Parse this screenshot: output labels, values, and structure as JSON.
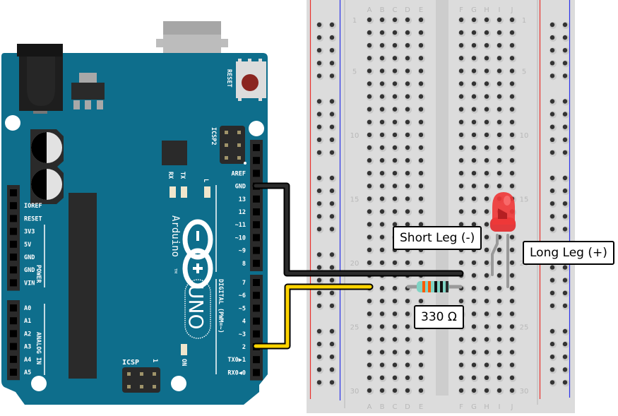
{
  "diagram": {
    "title": "Arduino UNO LED circuit on breadboard",
    "arduino": {
      "brand": "Arduino",
      "trademark": "TM",
      "model": "UNO",
      "labels": {
        "reset": "RESET",
        "icsp2": "ICSP2",
        "icsp": "ICSP",
        "icsp_pin1": "1",
        "rx": "RX",
        "tx": "TX",
        "l": "L",
        "on": "ON",
        "power": "POWER",
        "analog_in": "ANALOG IN",
        "digital": "DIGITAL (PWM=~)"
      },
      "power_header": [
        "",
        "IOREF",
        "RESET",
        "3V3",
        "5V",
        "GND",
        "GND",
        "VIN"
      ],
      "analog_header": [
        "A0",
        "A1",
        "A2",
        "A3",
        "A4",
        "A5"
      ],
      "digital_header_top": [
        "",
        "",
        "AREF",
        "GND",
        "13",
        "12",
        "~11",
        "~10",
        "~9",
        "8"
      ],
      "digital_header_bottom": [
        "7",
        "~6",
        "~5",
        "4",
        "~3",
        "2",
        "TX0▶1",
        "RX0◀0"
      ]
    },
    "breadboard": {
      "columns_left": [
        "A",
        "B",
        "C",
        "D",
        "E"
      ],
      "columns_right": [
        "F",
        "G",
        "H",
        "I",
        "J"
      ],
      "row_numbers": [
        "1",
        "5",
        "10",
        "15",
        "20",
        "25",
        "30"
      ],
      "rows": 30,
      "rail_colors": {
        "positive": "#e8302a",
        "negative": "#2a33e8"
      }
    },
    "wires": [
      {
        "name": "ground-wire",
        "from": "GND",
        "to": "Row 21",
        "color": "#2b2b2b"
      },
      {
        "name": "signal-wire",
        "from": "Pin 2",
        "to": "Row 22",
        "color": "#ffd400"
      }
    ],
    "components": {
      "resistor": {
        "value": "330 Ω",
        "bands": [
          "#ff5a00",
          "#ff5a00",
          "#111111",
          "#111111",
          "#2b2b2b"
        ]
      },
      "led": {
        "color": "#e8242a"
      }
    },
    "callouts": {
      "short_leg": "Short Leg (-)",
      "long_leg": "Long Leg (+)",
      "resistor": "330 Ω"
    }
  }
}
